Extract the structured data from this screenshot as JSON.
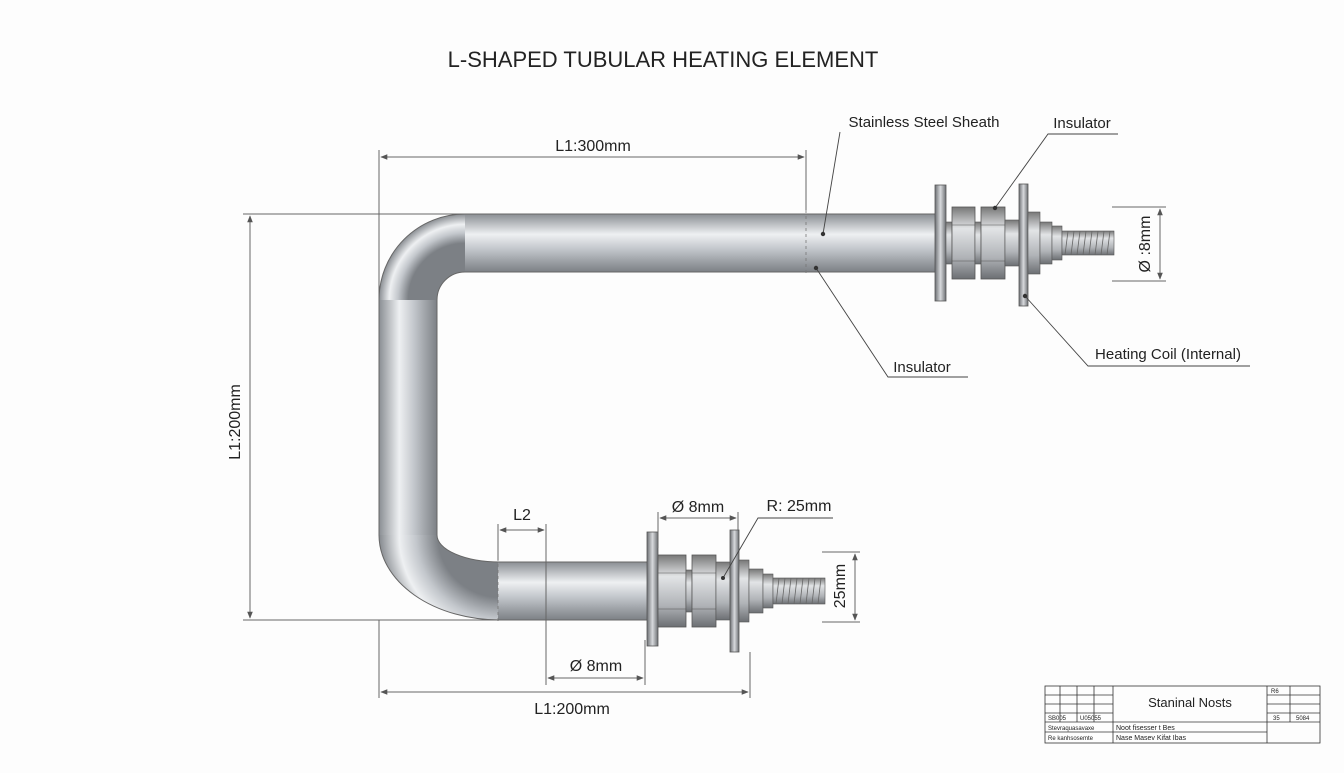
{
  "title": "L-SHAPED TUBULAR HEATING ELEMENT",
  "dimensions": {
    "top_length": "L1:300mm",
    "vertical_length": "L1:200mm",
    "bottom_length": "L1:200mm",
    "l2": "L2",
    "bottom_dia_lower": "Ø 8mm",
    "bottom_dia_upper": "Ø 8mm",
    "radius": "R: 25mm",
    "right_dia_top": "Ø :8mm",
    "right_dia_bottom": "25mm"
  },
  "callouts": {
    "sheath": "Stainless Steel Sheath",
    "insulator_top": "Insulator",
    "insulator_mid": "Insulator",
    "heating_coil": "Heating Coil (Internal)"
  },
  "title_block": {
    "name": "Staninal Nosts",
    "r1_left_a": "SB005",
    "r1_left_b": "U05055",
    "r2_left": "Stevraquasavaxe",
    "r3_left": "Re kanhsosemte",
    "r2_mid": "Noot fisesser t Bes",
    "r3_mid": "Nase Masev Kifat Ibas",
    "top_right": "R6",
    "mid_right_a": "35",
    "mid_right_b": "5084"
  },
  "colors": {
    "tube_dark": "#8a8e93",
    "tube_light": "#eef0f2",
    "line": "#555555"
  }
}
